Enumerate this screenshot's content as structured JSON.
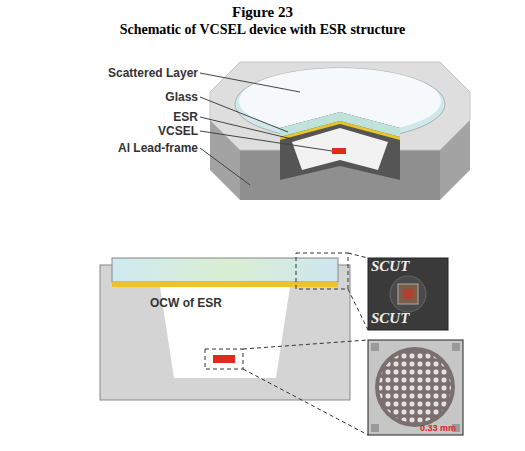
{
  "diagram": {
    "title": "Figure 23",
    "caption": "Schematic of VCSEL device with ESR structure",
    "nodes": [
      {
        "text": [
          "SCUT",
          "SCUT"
        ]
      },
      {
        "text": [
          "0.33 mm"
        ]
      }
    ],
    "labels": [
      "Scattered Layer",
      "Glass",
      "ESR",
      "VCSEL",
      "Al Lead-frame",
      "OCW of ESR"
    ]
  }
}
